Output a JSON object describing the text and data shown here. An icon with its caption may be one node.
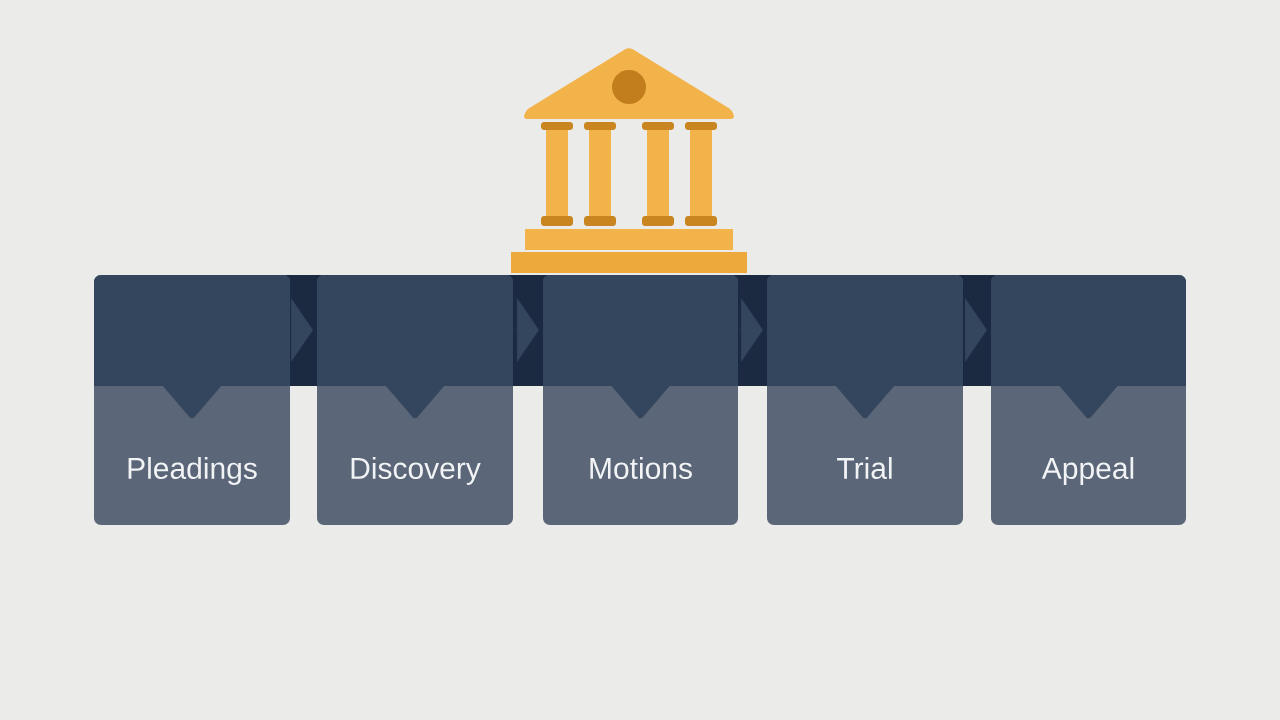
{
  "diagram": {
    "nodes": [
      {
        "text": [
          "Pleadings"
        ]
      },
      {
        "text": [
          "Discovery"
        ]
      },
      {
        "text": [
          "Motions"
        ]
      },
      {
        "text": [
          "Trial"
        ]
      },
      {
        "text": [
          "Appeal"
        ]
      }
    ],
    "edges": [
      {
        "from": 0,
        "to": 1,
        "arrow": "to"
      },
      {
        "from": 1,
        "to": 2,
        "arrow": "to"
      },
      {
        "from": 2,
        "to": 3,
        "arrow": "to"
      },
      {
        "from": 3,
        "to": 4,
        "arrow": "to"
      }
    ]
  }
}
